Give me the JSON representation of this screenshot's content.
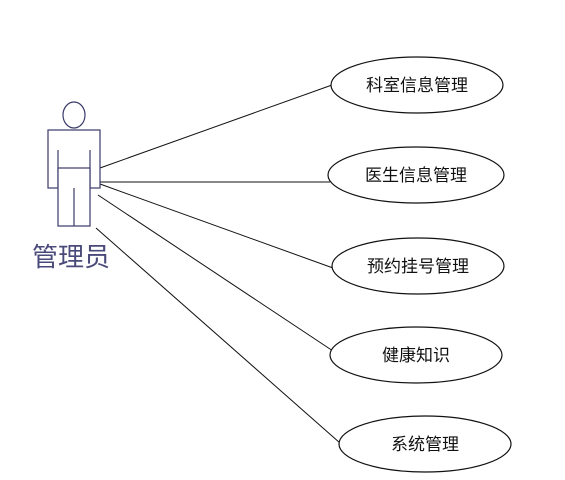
{
  "actor": {
    "label": "管理员"
  },
  "use_cases": [
    {
      "id": "dept",
      "label": "科室信息管理"
    },
    {
      "id": "doctor",
      "label": "医生信息管理"
    },
    {
      "id": "appointment",
      "label": "预约挂号管理"
    },
    {
      "id": "health",
      "label": "健康知识"
    },
    {
      "id": "system",
      "label": "系统管理"
    }
  ],
  "colors": {
    "actor_stroke": "#3a3a6a",
    "actor_label": "#4a4a7a",
    "line": "#111111"
  }
}
